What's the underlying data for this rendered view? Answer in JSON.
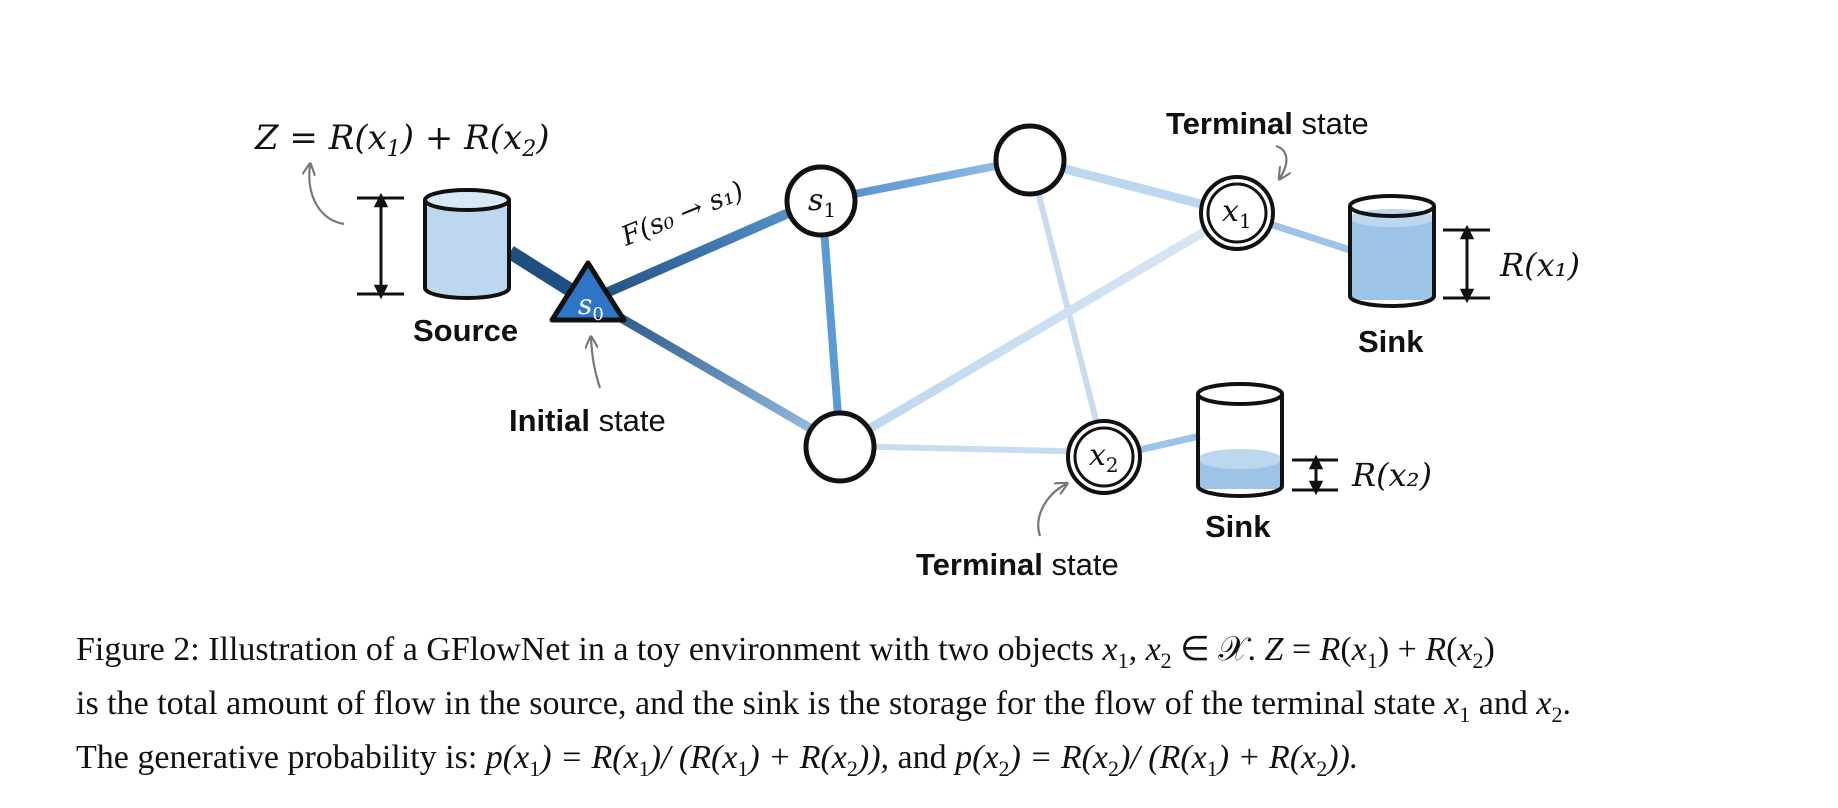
{
  "diagram": {
    "z_formula": {
      "lhs": "Z = R(",
      "x1": "x",
      "mid": ") + R(",
      "end": ")"
    },
    "source_label": "Source",
    "initial_state": {
      "bold": "Initial",
      "rest": " state"
    },
    "flow_label": "F(s₀ → s₁)",
    "terminal_state": {
      "bold": "Terminal",
      "rest": " state"
    },
    "node_s0": "s",
    "node_s0_sub": "0",
    "node_s1": "s",
    "node_s1_sub": "1",
    "node_x1": "x",
    "node_x1_sub": "1",
    "node_x2": "x",
    "node_x2_sub": "2",
    "sink_label": "Sink",
    "reward_x1": "R(x₁)",
    "reward_x2": "R(x₂)",
    "colors": {
      "strong_edge": "#1f4e80",
      "mid_edge": "#5b9bd5",
      "light_edge": "#c9dbee",
      "fill_blue": "#9dc3e6",
      "fill_light": "#bdd7ee"
    }
  },
  "caption": {
    "line1_a": "Figure 2: Illustration of a GFlowNet in a toy environment with two objects ",
    "line1_b": "x",
    "line1_c": "1",
    "line1_d": ", ",
    "line1_e": "x",
    "line1_f": "2",
    "line1_g": " ∈ 𝒳. ",
    "line1_h": "Z",
    "line1_i": " = ",
    "line1_j": "R",
    "line1_k": "(",
    "line1_l": "x",
    "line1_m": "1",
    "line1_n": ") + ",
    "line1_o": "R",
    "line1_p": "(",
    "line1_q": "x",
    "line1_r": "2",
    "line1_s": ")",
    "line2": "is the total amount of flow in the source, and the sink is the storage for the flow of the terminal state ",
    "line2_x1": "x",
    "line2_x1s": "1",
    "line2_and": " and ",
    "line2_x2": "x",
    "line2_x2s": "2",
    "line2_end": ".",
    "line3_a": "The generative probability is: ",
    "line3_p1": "p(x",
    "line3_p1s": "1",
    "line3_eq1": ") = R(x",
    "line3_eq1s": "1",
    "line3_div1": ")/ (R(x",
    "line3_div1s": "1",
    "line3_plus1": ") + R(x",
    "line3_plus1s": "2",
    "line3_close1": ")), ",
    "line3_and": "and ",
    "line3_p2": "p(x",
    "line3_p2s": "2",
    "line3_eq2": ") = R(x",
    "line3_eq2s": "2",
    "line3_div2": ")/ (R(x",
    "line3_div2s": "1",
    "line3_plus2": ") + R(x",
    "line3_plus2s": "2",
    "line3_close2": "))."
  }
}
